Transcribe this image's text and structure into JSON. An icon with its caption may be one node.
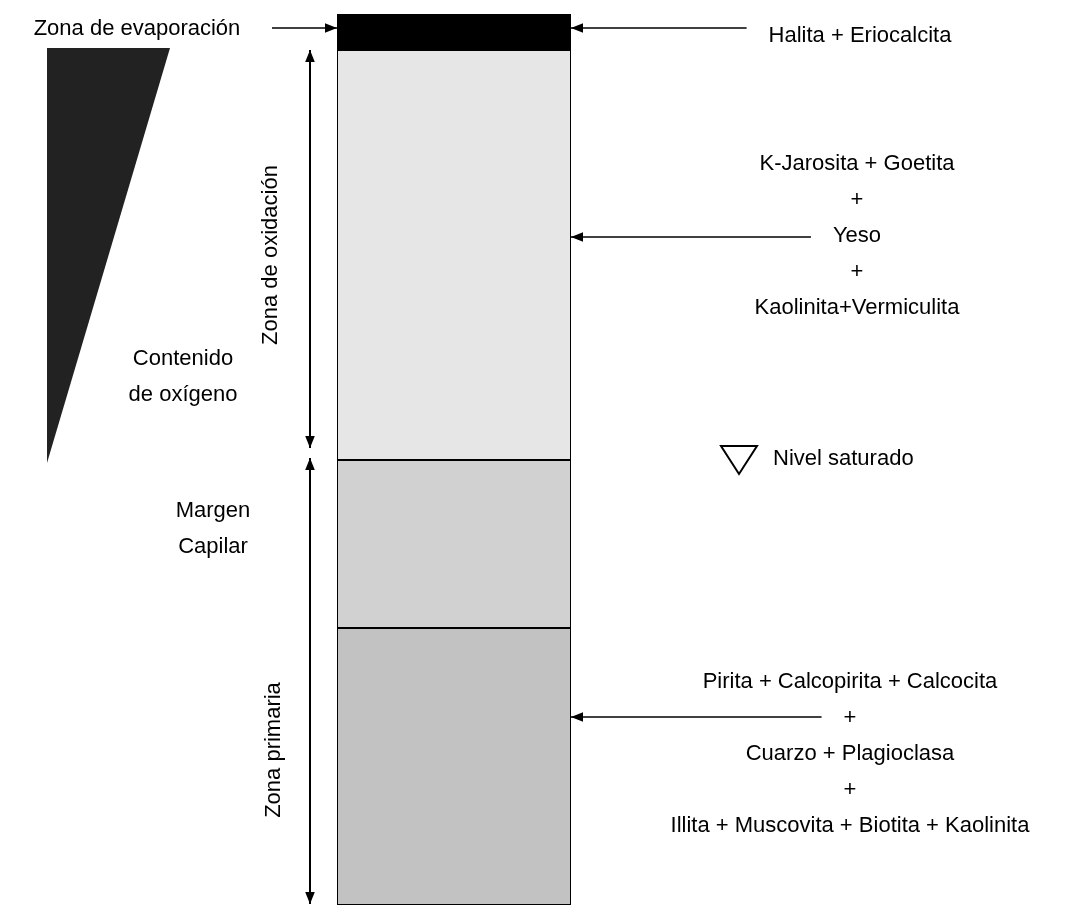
{
  "diagram": {
    "nodes": [
      {
        "text": [
          "Zona de evaporación"
        ]
      },
      {
        "text": [],
        "shape": "box"
      },
      {
        "text": [],
        "shape": "box"
      },
      {
        "text": [],
        "shape": "box"
      },
      {
        "text": [],
        "shape": "box"
      },
      {
        "text": [
          "Halita + Eriocalcita"
        ]
      },
      {
        "text": [
          "K-Jarosita + Goetita",
          "+",
          "Yeso",
          "+",
          "Kaolinita+Vermiculita"
        ]
      },
      {
        "text": [
          "Pirita + Calcopirita + Calcocita",
          "+",
          "Cuarzo + Plagioclasa",
          "+",
          "Illita + Muscovita + Biotita + Kaolinita"
        ]
      },
      {
        "text": [],
        "shape": "triangle"
      }
    ],
    "edges": [
      {
        "from": 0,
        "to": 1,
        "arrow": "to"
      },
      {
        "from": 5,
        "to": 1,
        "arrow": "to"
      },
      {
        "from": 6,
        "to": 2,
        "arrow": "to"
      },
      {
        "from": 7,
        "to": 4,
        "arrow": "to"
      }
    ],
    "labels": [
      "Zona de oxidación",
      "Contenido de oxígeno",
      "Margen Capilar",
      "Zona primaria"
    ],
    "legend": [
      {
        "text": "Nivel saturado"
      }
    ]
  }
}
